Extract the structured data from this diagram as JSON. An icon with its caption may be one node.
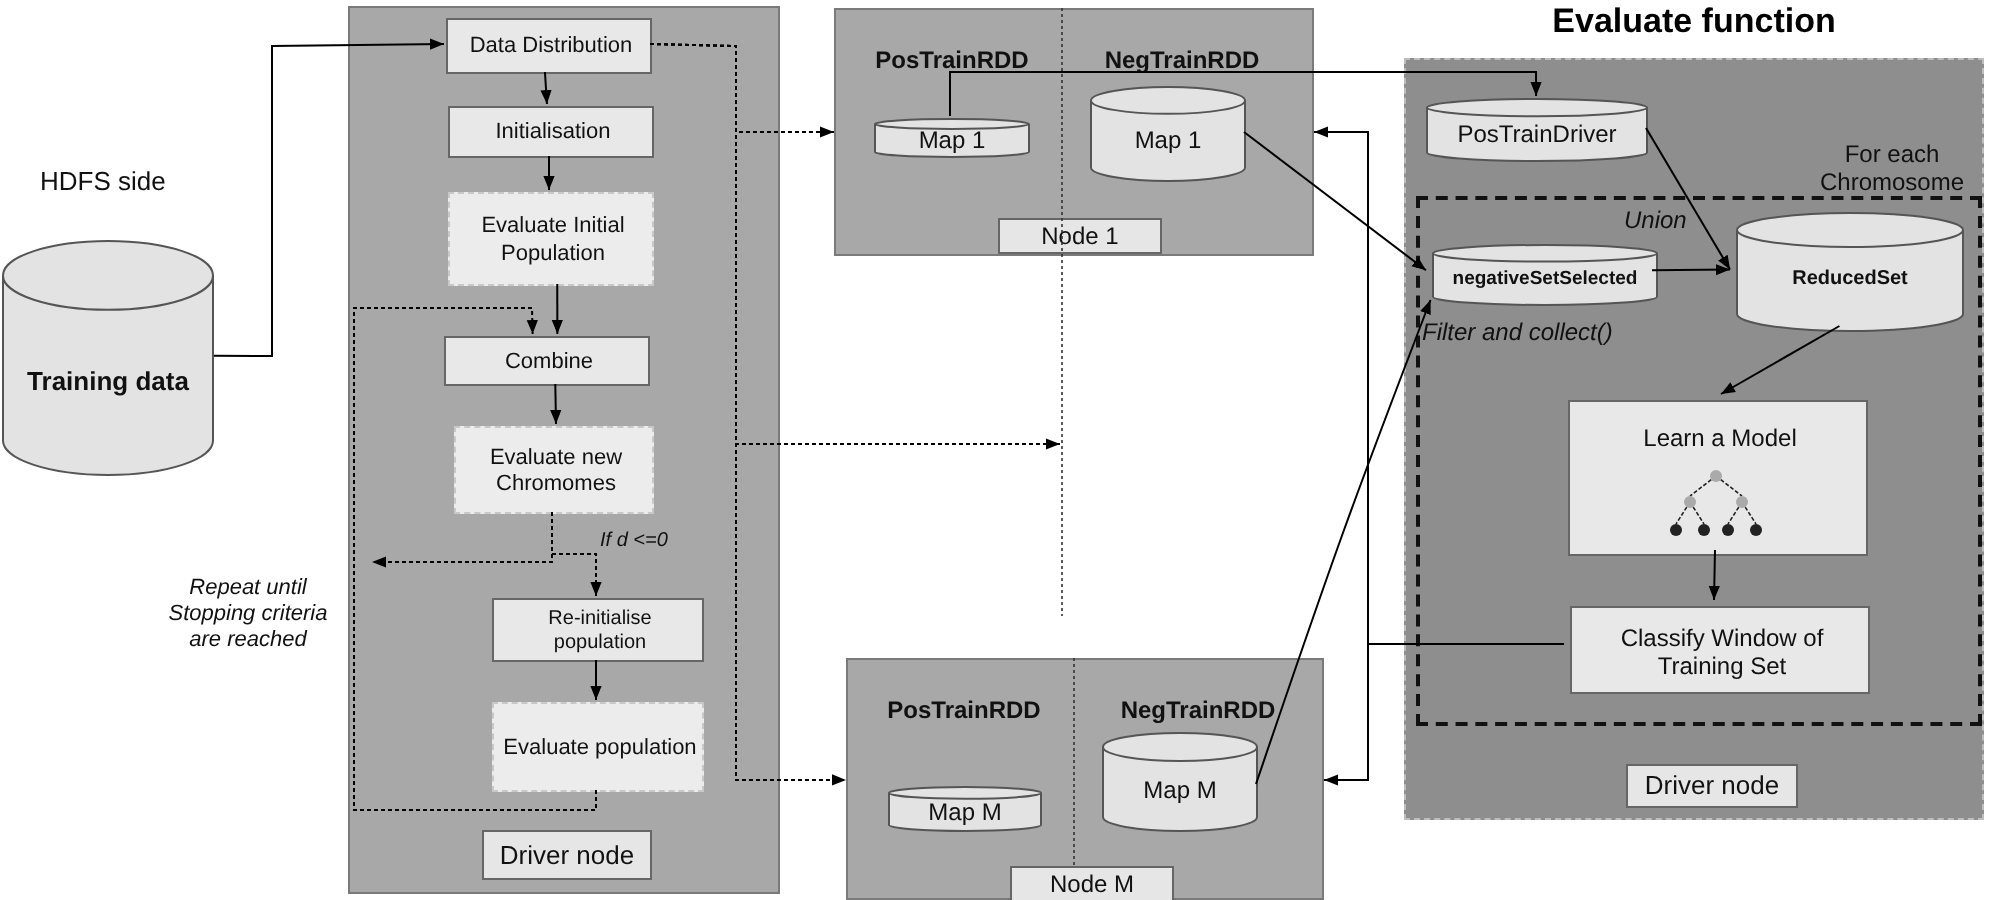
{
  "diagram": {
    "title": "Evaluate function",
    "nodes": [
      {
        "text": [
          "Training data"
        ]
      },
      {
        "text": [
          "Driver node"
        ]
      },
      {
        "text": [
          "Data Distribution"
        ],
        "in": 1
      },
      {
        "text": [
          "Initialisation"
        ],
        "in": 1
      },
      {
        "text": [
          "Evaluate Initial Population"
        ],
        "in": 1
      },
      {
        "text": [
          "Combine"
        ],
        "in": 1
      },
      {
        "text": [
          "Evaluate new Chromomes"
        ],
        "in": 1
      },
      {
        "text": [
          "Re-initialise population"
        ],
        "in": 1
      },
      {
        "text": [
          "Evaluate population"
        ],
        "in": 1
      },
      {
        "text": [
          "PosTrainRDD",
          "NegTrainRDD",
          "Node 1"
        ]
      },
      {
        "text": [
          "Map 1"
        ],
        "in": 9
      },
      {
        "text": [
          "Map 1"
        ],
        "in": 9
      },
      {
        "text": [
          "PosTrainRDD",
          "NegTrainRDD",
          "Node M"
        ]
      },
      {
        "text": [
          "Map M"
        ],
        "in": 12
      },
      {
        "text": [
          "Map M"
        ],
        "in": 12
      },
      {
        "text": [
          "Driver node"
        ]
      },
      {
        "text": [
          "PosTrainDriver"
        ],
        "in": 15
      },
      {
        "text": [
          "For each Chromosome"
        ],
        "in": 15
      },
      {
        "text": [
          "negativeSetSelected"
        ],
        "in": 17
      },
      {
        "text": [
          "ReducedSet"
        ],
        "in": 17
      },
      {
        "text": [
          "Learn a Model"
        ],
        "in": 17
      },
      {
        "text": [
          "Classify Window of Training Set"
        ],
        "in": 17
      }
    ],
    "edges": [
      {
        "from": 0,
        "to": 2,
        "arrow": "to"
      },
      {
        "from": 2,
        "to": 3,
        "arrow": "to"
      },
      {
        "from": 3,
        "to": 4,
        "arrow": "to"
      },
      {
        "from": 4,
        "to": 5,
        "arrow": "to"
      },
      {
        "from": 5,
        "to": 6,
        "arrow": "to"
      },
      {
        "from": 6,
        "to": 7,
        "arrow": "to",
        "style": "dashed"
      },
      {
        "from": 6,
        "to": null,
        "arrow": "to",
        "style": "dashed"
      },
      {
        "from": 8,
        "to": 5,
        "arrow": "to",
        "style": "dashed"
      },
      {
        "from": 7,
        "to": 8,
        "arrow": "to"
      },
      {
        "from": 2,
        "to": 9,
        "arrow": "to",
        "style": "dashed"
      },
      {
        "from": 2,
        "to": null,
        "arrow": "to",
        "style": "dashed"
      },
      {
        "from": 2,
        "to": 12,
        "arrow": "to",
        "style": "dashed"
      },
      {
        "from": 10,
        "to": 16,
        "arrow": "to"
      },
      {
        "from": 11,
        "to": 18,
        "arrow": "to"
      },
      {
        "from": 14,
        "to": 18,
        "arrow": "to"
      },
      {
        "from": 16,
        "to": 19,
        "arrow": "to"
      },
      {
        "from": 18,
        "to": 19,
        "arrow": "to"
      },
      {
        "from": 19,
        "to": 20,
        "arrow": "to"
      },
      {
        "from": 20,
        "to": 21,
        "arrow": "to"
      },
      {
        "from": 21,
        "to": 9,
        "arrow": "to"
      },
      {
        "from": 21,
        "to": 12,
        "arrow": "to"
      }
    ],
    "labels": [
      "HDFS side",
      "If d <=0",
      "Repeat until Stopping criteria are reached",
      "Union",
      "Filter and collect()"
    ]
  }
}
